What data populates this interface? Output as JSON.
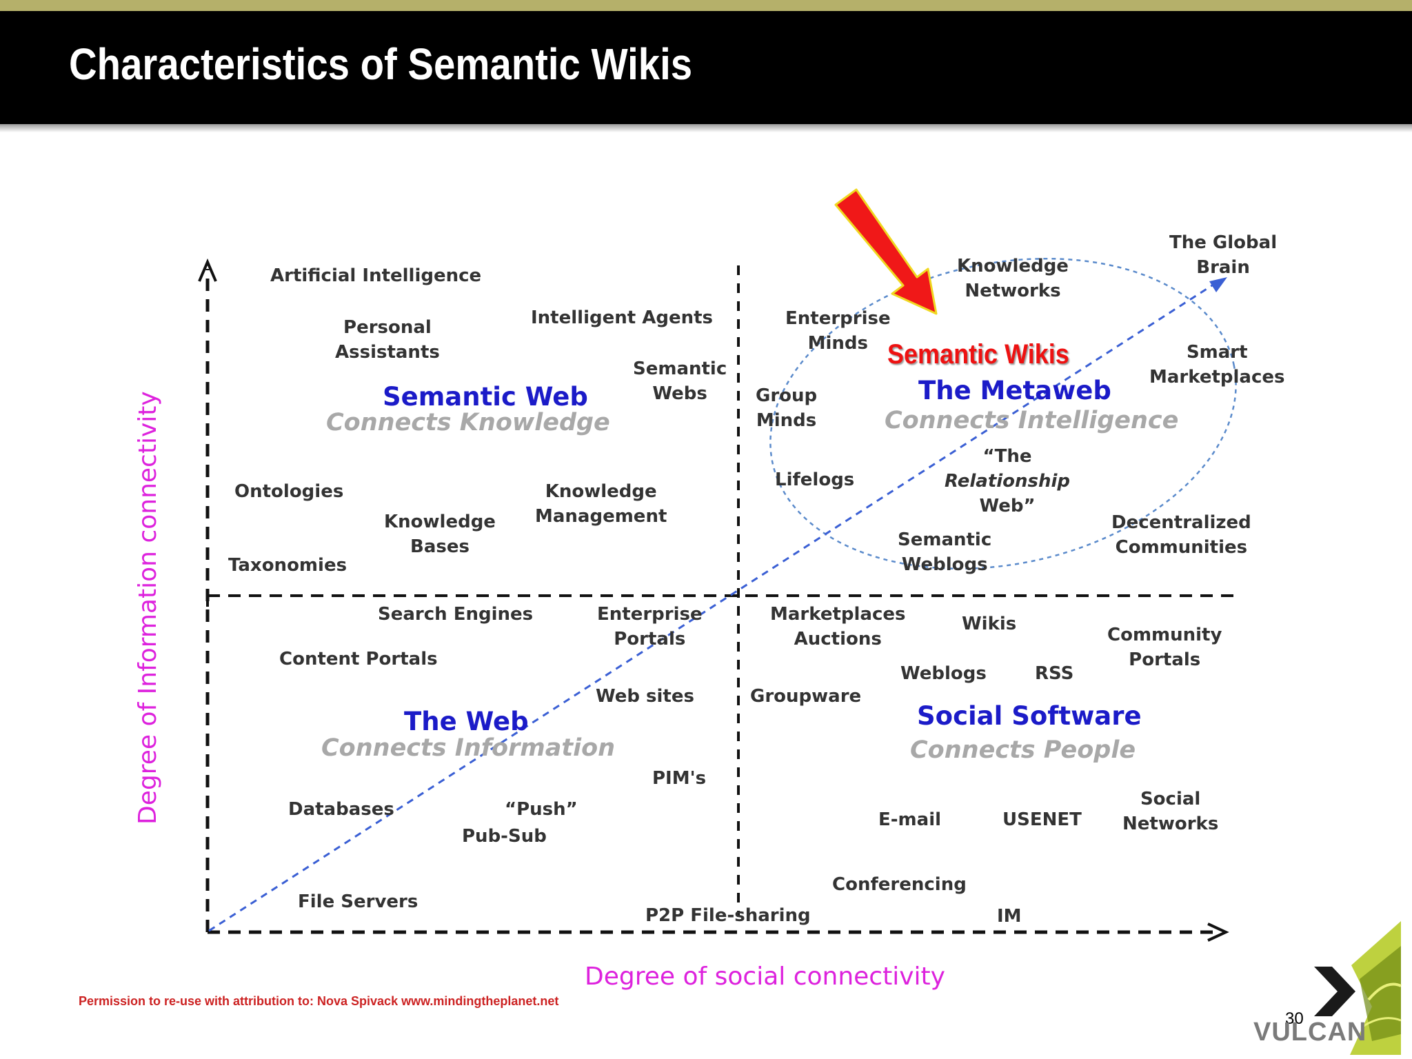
{
  "slide": {
    "title": "Characteristics of Semantic Wikis",
    "page_number": "30",
    "logo_text": "VULCAN",
    "permission": "Permission to re-use with attribution to: Nova Spivack www.mindingtheplanet.net"
  },
  "callout": {
    "label": "Semantic Wikis",
    "color": "#ee1111"
  },
  "axes": {
    "y_label": "Degree of Information connectivity",
    "x_label": "Degree of social connectivity",
    "label_color": "#dd22dd"
  },
  "quadrants": {
    "semantic_web": {
      "title": "Semantic Web",
      "subtitle": "Connects Knowledge"
    },
    "metaweb": {
      "title": "The Metaweb",
      "subtitle": "Connects Intelligence"
    },
    "web": {
      "title": "The Web",
      "subtitle": "Connects Information"
    },
    "social": {
      "title": "Social Software",
      "subtitle": "Connects People"
    }
  },
  "terms": {
    "artificial_intelligence": "Artificial Intelligence",
    "personal_assistants": [
      "Personal",
      "Assistants"
    ],
    "intelligent_agents": "Intelligent Agents",
    "semantic_webs": [
      "Semantic",
      "Webs"
    ],
    "ontologies": "Ontologies",
    "knowledge_bases": [
      "Knowledge",
      "Bases"
    ],
    "knowledge_management": [
      "Knowledge",
      "Management"
    ],
    "taxonomies": "Taxonomies",
    "knowledge_networks": [
      "Knowledge",
      "Networks"
    ],
    "global_brain": [
      "The Global",
      "Brain"
    ],
    "enterprise_minds": [
      "Enterprise",
      "Minds"
    ],
    "smart_marketplaces": [
      "Smart",
      "Marketplaces"
    ],
    "group_minds": [
      "Group",
      "Minds"
    ],
    "lifelogs": "Lifelogs",
    "relationship_web": [
      "“The",
      "Relationship",
      "Web”"
    ],
    "decentralized_communities": [
      "Decentralized",
      "Communities"
    ],
    "semantic_weblogs": [
      "Semantic",
      "Weblogs"
    ],
    "search_engines": "Search Engines",
    "enterprise_portals": [
      "Enterprise",
      "Portals"
    ],
    "content_portals": "Content Portals",
    "web_sites": "Web sites",
    "pims": "PIM's",
    "databases": "Databases",
    "push": "“Push”",
    "pub_sub": "Pub-Sub",
    "file_servers": "File Servers",
    "p2p": "P2P File-sharing",
    "marketplaces_auctions": [
      "Marketplaces",
      "Auctions"
    ],
    "wikis": "Wikis",
    "community_portals": [
      "Community",
      "Portals"
    ],
    "weblogs": "Weblogs",
    "rss": "RSS",
    "groupware": "Groupware",
    "email": "E-mail",
    "usenet": "USENET",
    "social_networks": [
      "Social",
      "Networks"
    ],
    "conferencing": "Conferencing",
    "im": "IM"
  }
}
